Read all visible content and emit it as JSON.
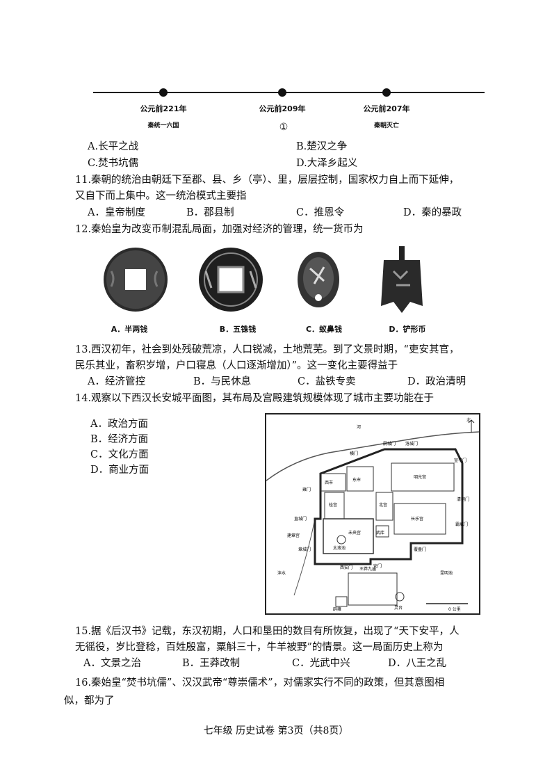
{
  "timeline": {
    "points": [
      {
        "date": "公元前221年",
        "event": "秦统一六国"
      },
      {
        "date": "公元前209年",
        "event": "①"
      },
      {
        "date": "公元前207年",
        "event": "秦朝灭亡"
      }
    ]
  },
  "q10": {
    "options": [
      "A.长平之战",
      "B.楚汉之争",
      "C.焚书坑儒",
      "D.大泽乡起义"
    ]
  },
  "q11": {
    "stem_line1": "11.秦朝的统治由朝廷下至郡、县、乡（亭）、里，层层控制，国家权力自上而下延伸，",
    "stem_line2": "又自下而上集中。这一统治模式主要指",
    "options": [
      "A．皇帝制度",
      "B．郡县制",
      "C．推恩令",
      "D．秦的暴政"
    ]
  },
  "q12": {
    "stem": "12.秦始皇为改变币制混乱局面，加强对经济的管理，统一货币为",
    "options": [
      "A．半两钱",
      "B．五铢钱",
      "C．蚁鼻钱",
      "D．铲形币"
    ]
  },
  "q13": {
    "stem_line1": "13.西汉初年，社会到处残破荒凉，人口锐减，土地荒芜。到了文景时期，“吏安其官，",
    "stem_line2": "民乐其业，畜积岁增，户口寝息（人口逐渐增加）”。这一变化主要得益于",
    "options": [
      "A．经济管控",
      "B．与民休息",
      "C．盐铁专卖",
      "D．政治清明"
    ]
  },
  "q14": {
    "stem": "14.观察以下西汉长安城平面图，其布局及宫殿建筑规模体现了城市主要功能在于",
    "options": [
      "A．政治方面",
      "B．经济方面",
      "C．文化方面",
      "D．商业方面"
    ],
    "map_labels": {
      "north": "北",
      "river": "河",
      "xishi": "西市",
      "dongshi": "东市",
      "mingguang": "明光宫",
      "gui": "桂宫",
      "beigong": "北宫",
      "changle": "长乐宫",
      "weiyang": "未央宫",
      "jianzhang": "建章宫",
      "wuku": "武库",
      "xuanping": "宣平门",
      "xi_an": "西安门",
      "anmen": "安门",
      "bacheng": "霸城门",
      "fuang": "覆盎门",
      "zhangcheng": "章城门",
      "zhicheng": "直城门",
      "yongmen": "雍门",
      "hengmen": "横门",
      "chu": "厨城门",
      "luocheng": "洛城门",
      "qingming": "清明门",
      "taiye": "太液池",
      "fengshui": "沣水",
      "wangmang": "王莽九庙",
      "biyong": "辟雍",
      "lingtai": "灵台",
      "scale": "0 公里",
      "kunming": "昆明池"
    }
  },
  "q15": {
    "stem_line1": "15.据《后汉书》记载，东汉初期，人口和垦田的数目有所恢复，出现了“天下安平，人",
    "stem_line2": "无徭役，岁比登稔，百姓殷富，粟斛三十，牛羊被野”的情景。这一局面历史上称为",
    "options": [
      "A．文景之治",
      "B．王莽改制",
      "C．光武中兴",
      "D．八王之乱"
    ]
  },
  "q16": {
    "stem_line1": "16.秦始皇“焚书坑儒”、汉汉武帝“尊崇儒术”，对儒家实行不同的政策，但其意图相",
    "stem_line2": "似，都为了"
  },
  "footer": "七年级  历史试卷  第3页（共8页）"
}
